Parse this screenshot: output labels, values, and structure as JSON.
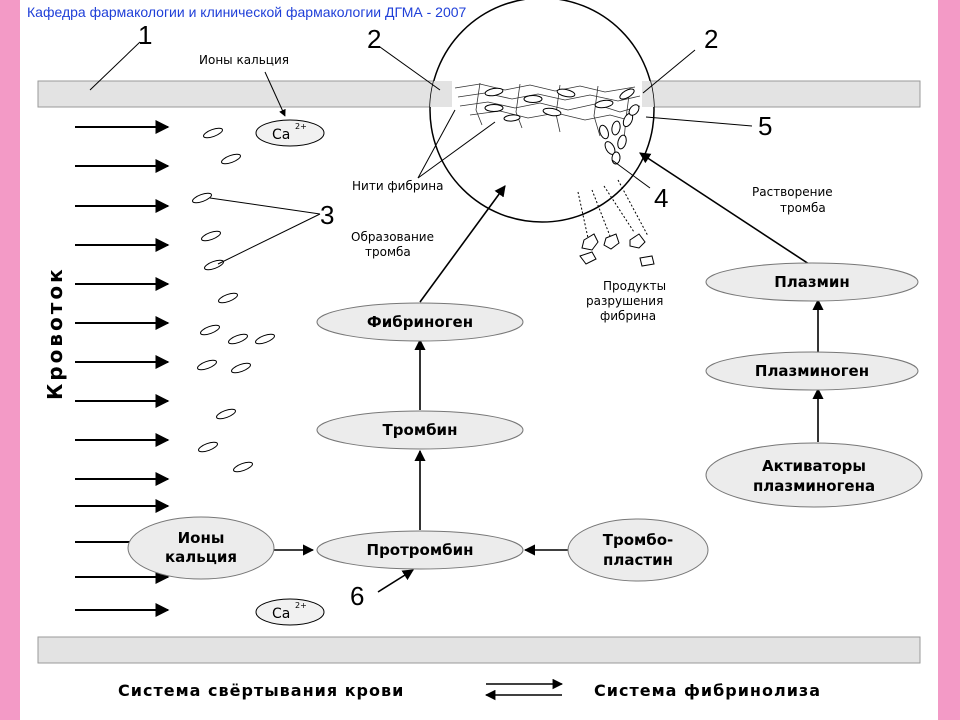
{
  "slide": {
    "credit": "Кафедра  фармакологии и клинической фармакологии ДГМА - 2007"
  },
  "labels": {
    "calcium_ions_top": "Ионы кальция",
    "ca_symbol": "Ca",
    "ca_charge": "2+",
    "fibrin_threads": "Нити фибрина",
    "thrombus_formation_line1": "Образование",
    "thrombus_formation_line2": "тромба",
    "dissolution_line1": "Растворение",
    "dissolution_line2": "тромба",
    "degradation_line1": "Продукты",
    "degradation_line2": "разрушения",
    "degradation_line3": "фибрина",
    "blood_flow": "Кровоток"
  },
  "markers": {
    "m1": "1",
    "m2a": "2",
    "m2b": "2",
    "m3": "3",
    "m4": "4",
    "m5": "5",
    "m6": "6"
  },
  "nodes": {
    "fibrinogen": "Фибриноген",
    "thrombin": "Тромбин",
    "prothrombin": "Протромбин",
    "calcium_line1": "Ионы",
    "calcium_line2": "кальция",
    "thromboplastin_line1": "Тромбо-",
    "thromboplastin_line2": "пластин",
    "plasmin": "Плазмин",
    "plasminogen": "Плазминоген",
    "activators_line1": "Активаторы",
    "activators_line2": "плазминогена"
  },
  "legend": {
    "coagulation": "Система свёртывания крови",
    "fibrinolysis": "Система фибринолиза"
  },
  "colors": {
    "stripe": "#f39ac6",
    "credit_text": "#1f3fd8",
    "vessel_wall": "#e3e3e3",
    "node_fill": "#ececec"
  }
}
